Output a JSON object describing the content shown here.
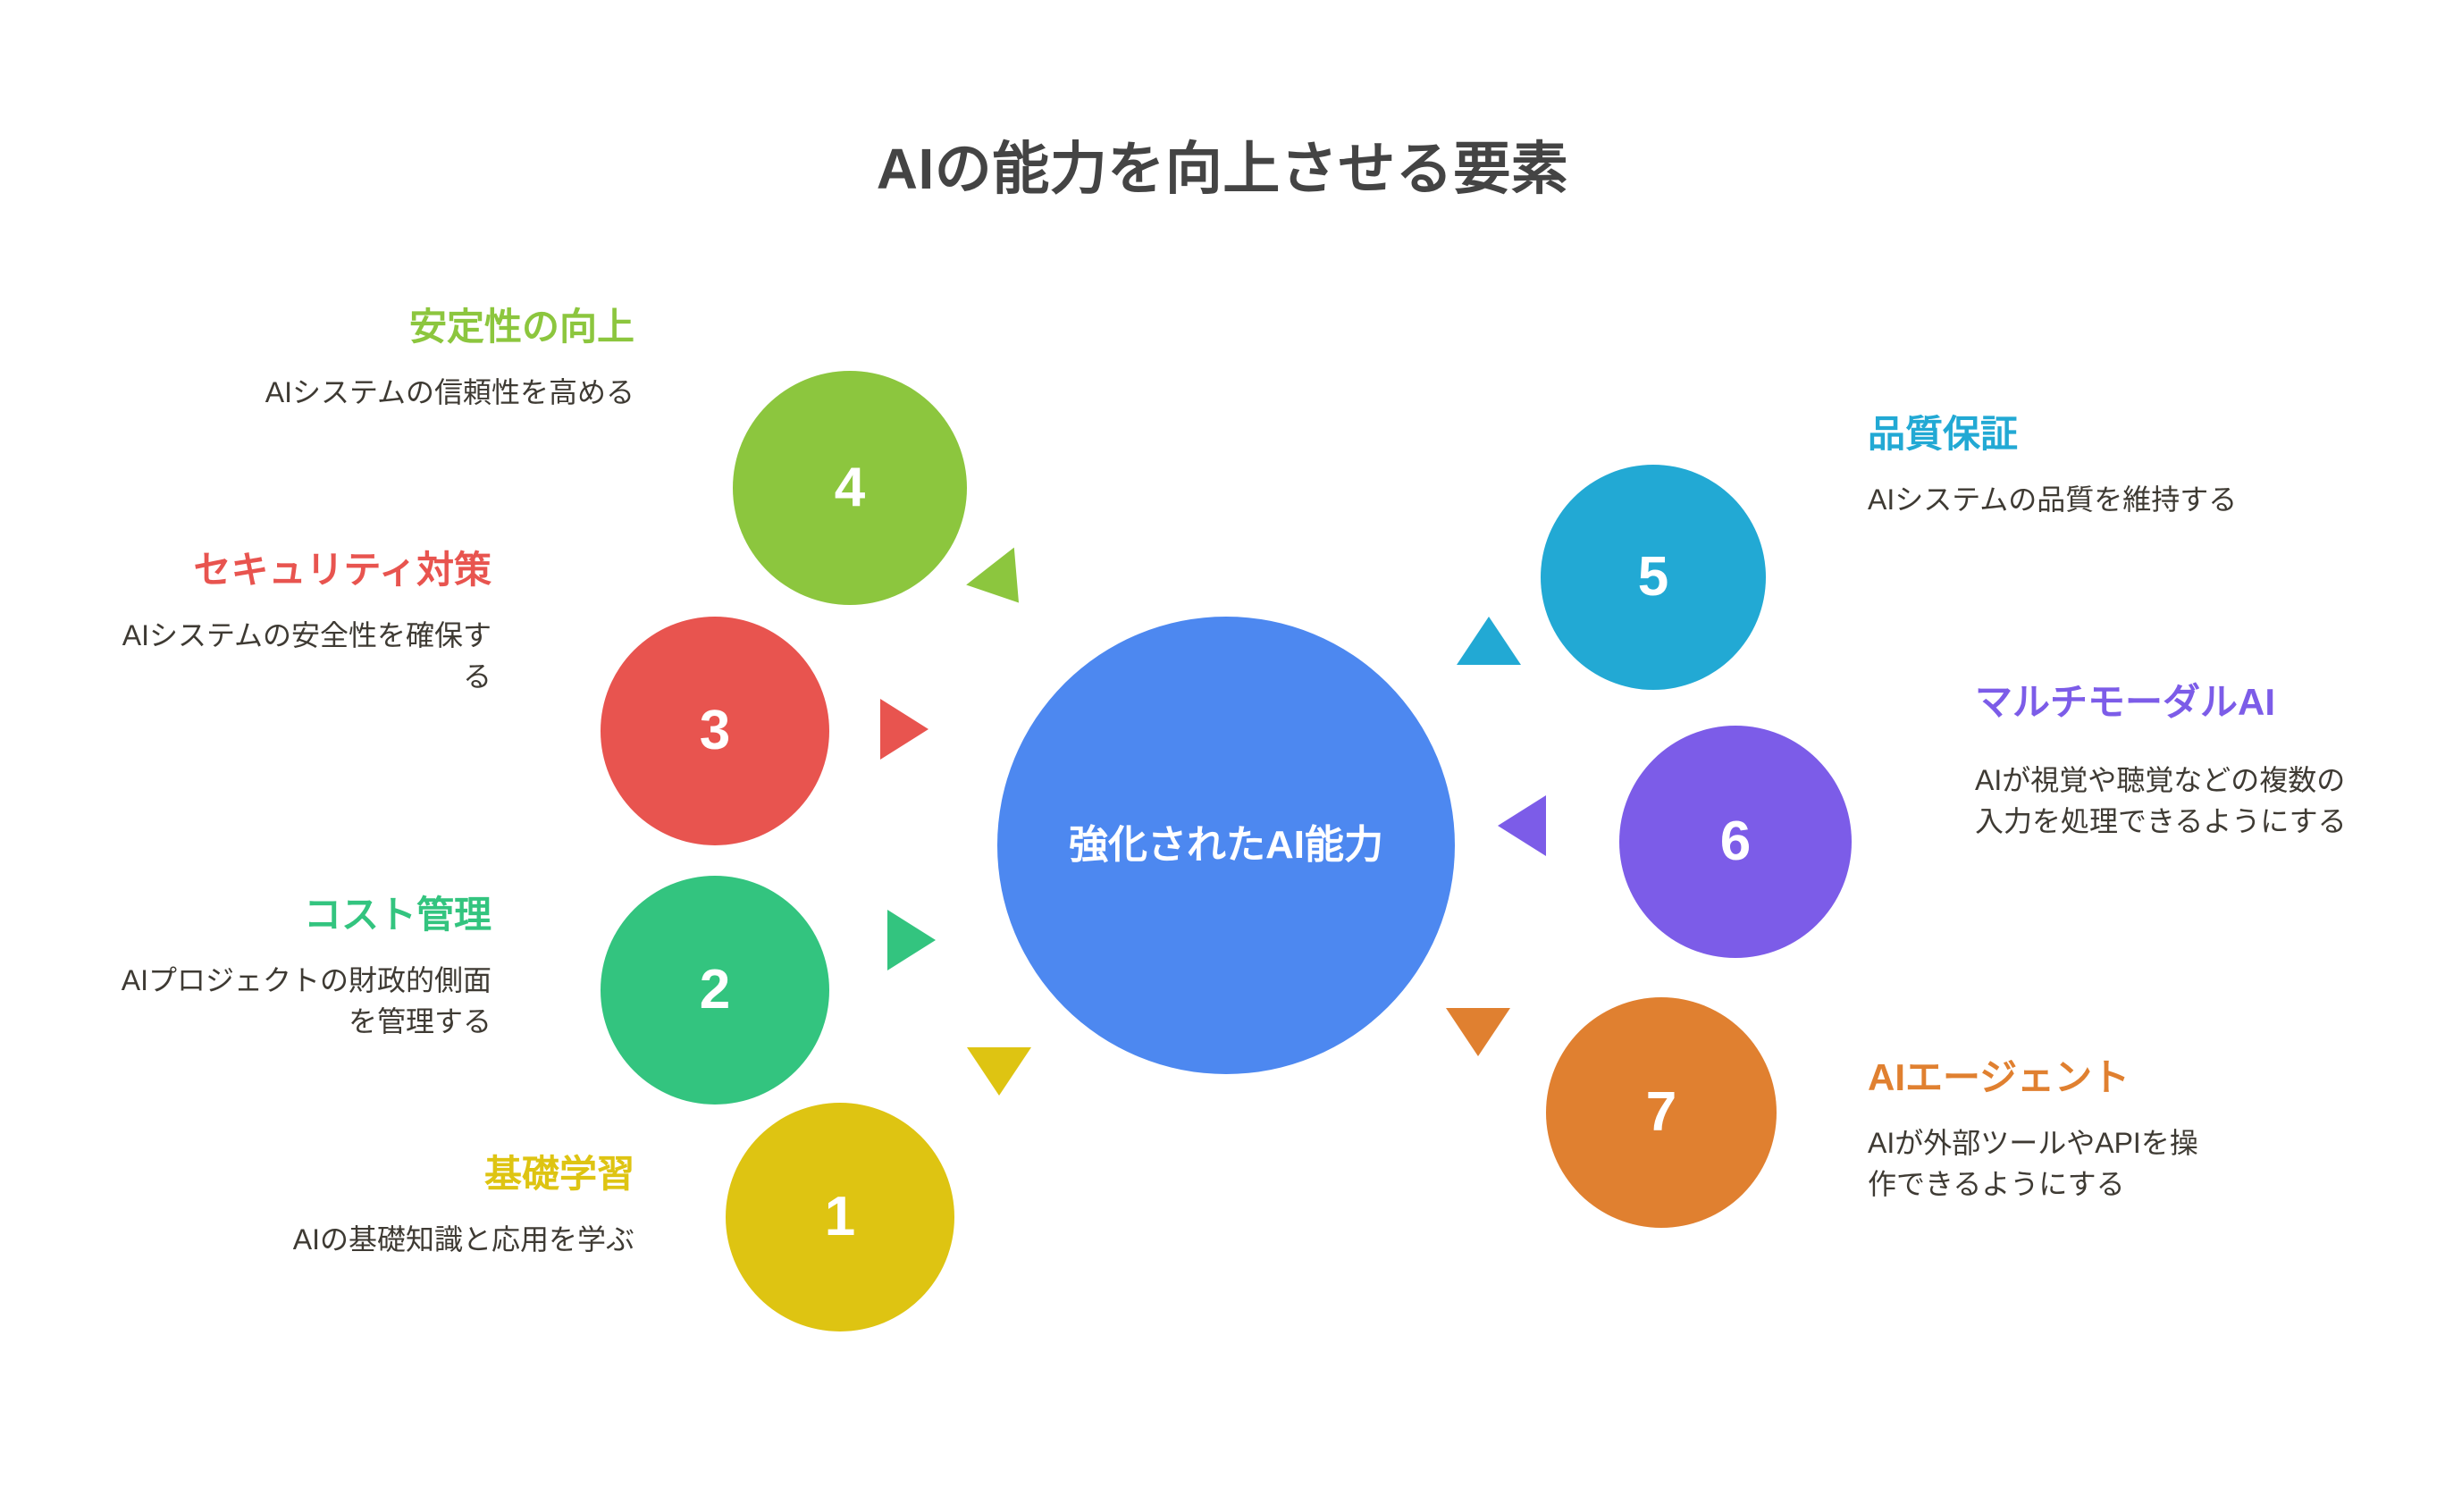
{
  "title": "AIの能力を向上させる要素",
  "hub": {
    "label": "強化されたAI能力",
    "color": "#4d88f0"
  },
  "items": [
    {
      "number": "1",
      "title": "基礎学習",
      "description": "AIの基礎知識と応用を学ぶ",
      "color": "#dec412",
      "side": "left",
      "arrow": "down"
    },
    {
      "number": "2",
      "title": "コスト管理",
      "description": "AIプロジェクトの財政的側面を管理する",
      "color": "#33c47f",
      "side": "left",
      "arrow": "right"
    },
    {
      "number": "3",
      "title": "セキュリティ対策",
      "description": "AIシステムの安全性を確保する",
      "color": "#e8544f",
      "side": "left",
      "arrow": "right"
    },
    {
      "number": "4",
      "title": "安定性の向上",
      "description": "AIシステムの信頼性を高める",
      "color": "#8cc63e",
      "side": "left",
      "arrow": "down-right"
    },
    {
      "number": "5",
      "title": "品質保証",
      "description": "AIシステムの品質を維持する",
      "color": "#22a9d4",
      "side": "right",
      "arrow": "up"
    },
    {
      "number": "6",
      "title": "マルチモーダルAI",
      "description": "AIが視覚や聴覚などの複数の入力を処理できるようにする",
      "color": "#7c5ce8",
      "side": "right",
      "arrow": "left"
    },
    {
      "number": "7",
      "title": "AIエージェント",
      "description": "AIが外部ツールやAPIを操作できるようにする",
      "color": "#e08030",
      "side": "right",
      "arrow": "down"
    }
  ]
}
